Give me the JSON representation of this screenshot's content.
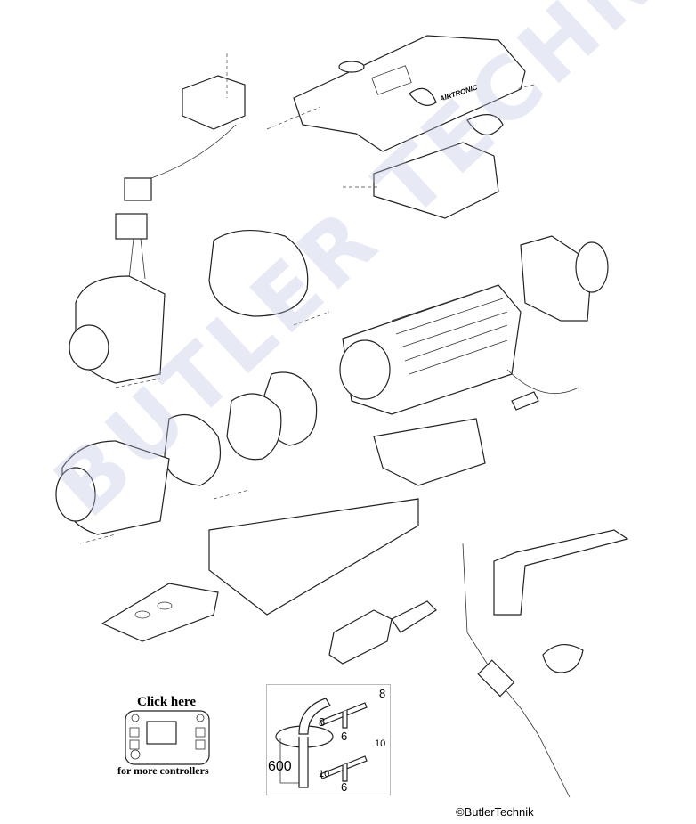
{
  "diagram": {
    "brand_logo": "AIRTRONIC",
    "watermark": "BUTLER TECHNIK",
    "copyright": "©ButlerTechnik"
  },
  "controller_link": {
    "title": "Click here",
    "subtitle": "for more controllers"
  },
  "fuel_kit": {
    "length_label": "600",
    "tee_1": {
      "a": "8",
      "b": "8",
      "c": "6"
    },
    "tee_2": {
      "a": "10",
      "b": "10",
      "c": "6"
    }
  }
}
